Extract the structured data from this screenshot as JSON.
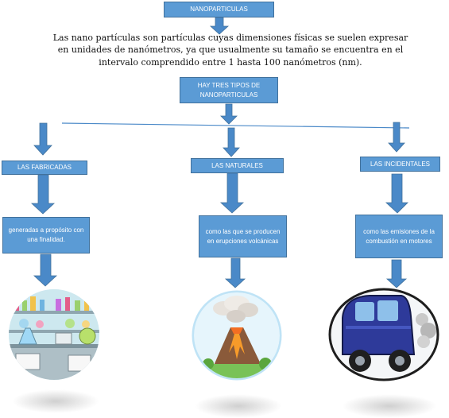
{
  "title": "NANOPARTICULAS",
  "definition": "Las nano partículas son partículas cuyas dimensiones físicas se suelen expresar en unidades de nanómetros, ya que usualmente su tamaño se encuentra en el intervalo comprendido entre 1 hasta 100 nanómetros (nm).",
  "types_header": "HAY TRES TIPOS DE NANOPARTICULAS",
  "types": [
    {
      "name": "LAS FABRICADAS",
      "description": "generadas a propósito con una finalidad.",
      "icon": "laboratory-icon"
    },
    {
      "name": "LAS NATURALES",
      "description": "como las que se producen en erupciones volcánicas",
      "icon": "volcano-icon"
    },
    {
      "name": "LAS INCIDENTALES",
      "description": "como las emisiones de la combustión en motores",
      "icon": "car-exhaust-icon"
    }
  ],
  "colors": {
    "box_fill": "#5b9bd5",
    "box_border": "#41719c",
    "arrow": "#4a89c8",
    "text": "#ffffff"
  }
}
